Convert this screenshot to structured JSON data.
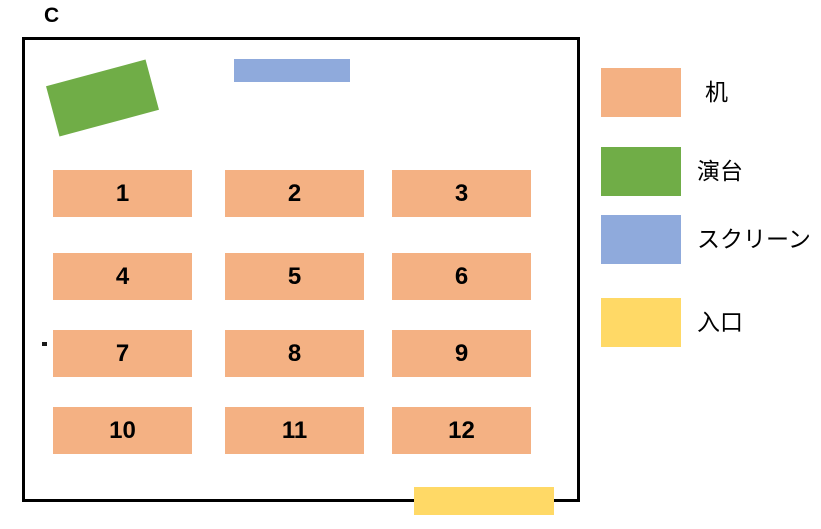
{
  "title": "C",
  "room": {
    "desks": [
      "1",
      "2",
      "3",
      "4",
      "5",
      "6",
      "7",
      "8",
      "9",
      "10",
      "11",
      "12"
    ],
    "desk_color": "#F4B183",
    "podium_color": "#70AD47",
    "screen_color": "#8FAADC",
    "entrance_color": "#FFD966",
    "outline_color": "#000000"
  },
  "legend": {
    "items": [
      {
        "label": "机",
        "color": "#F4B183"
      },
      {
        "label": "演台",
        "color": "#70AD47"
      },
      {
        "label": "スクリーン",
        "color": "#8FAADC"
      },
      {
        "label": "入口",
        "color": "#FFD966"
      }
    ]
  }
}
